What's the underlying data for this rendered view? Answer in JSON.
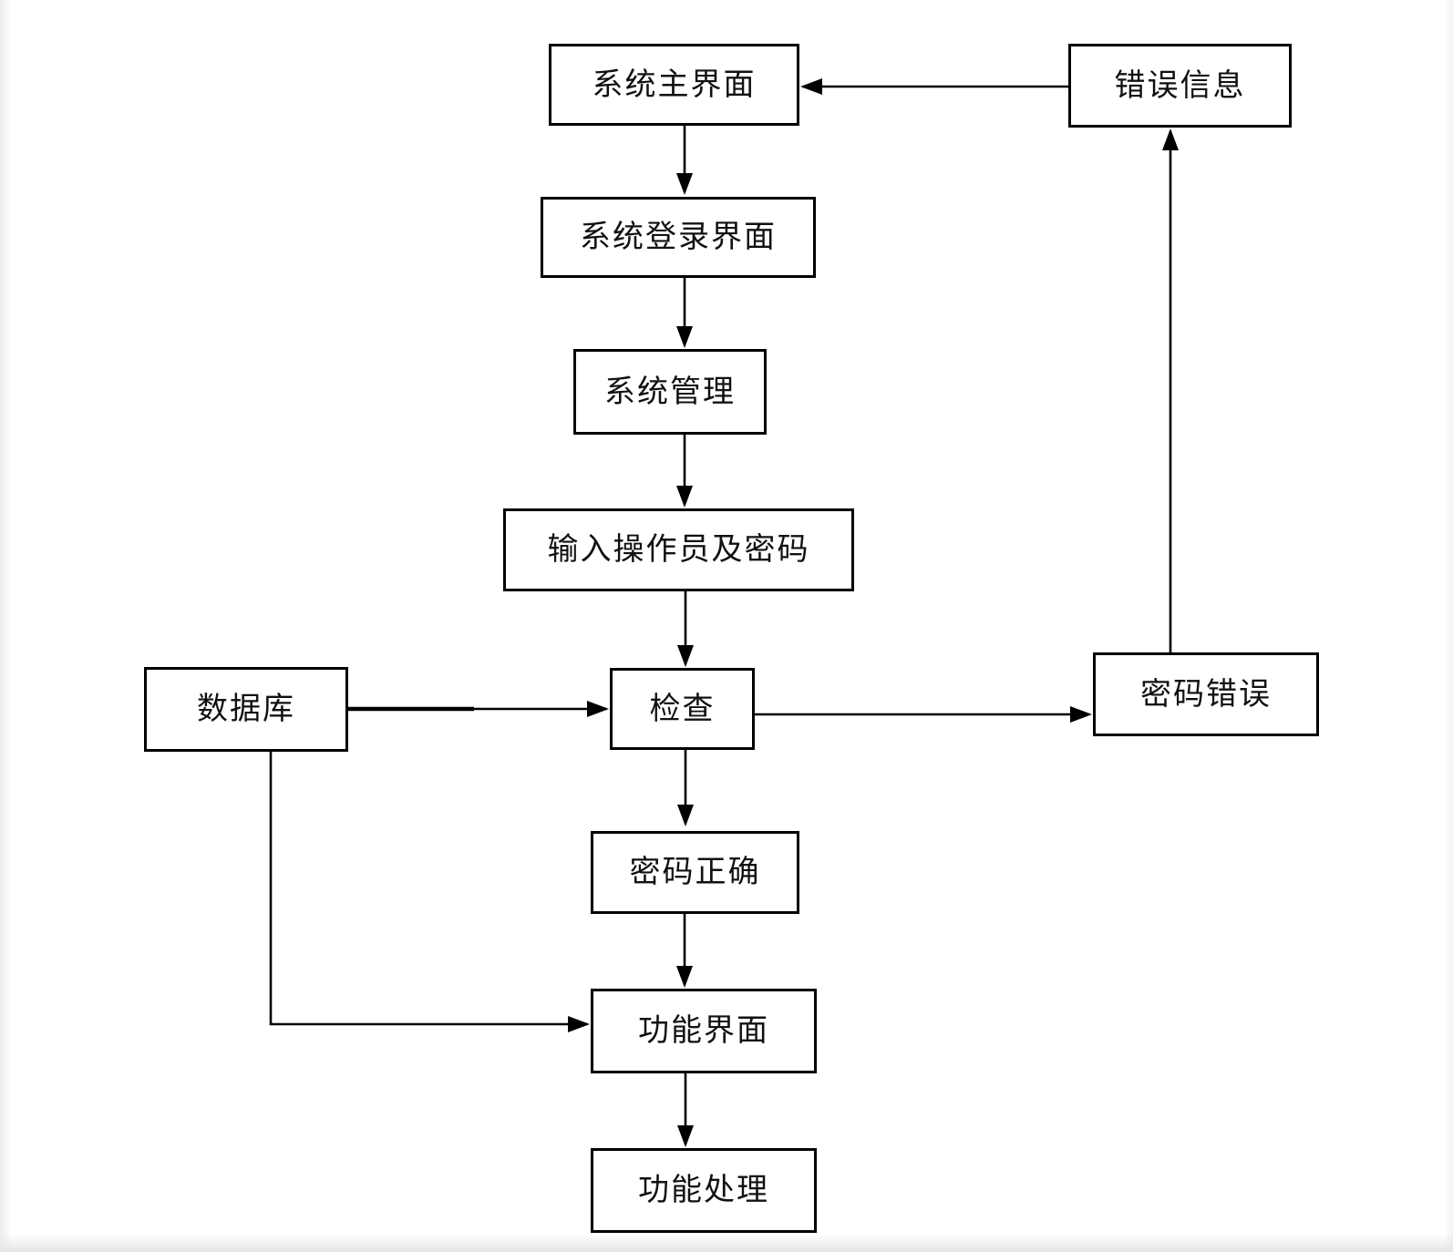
{
  "diagram": {
    "type": "flowchart",
    "colors": {
      "node_border": "#000000",
      "arrow": "#000000",
      "background": "#ffffff",
      "text": "#111111"
    },
    "nodes": [
      {
        "id": "system-main",
        "label": "系统主界面"
      },
      {
        "id": "error-info",
        "label": "错误信息"
      },
      {
        "id": "login-screen",
        "label": "系统登录界面"
      },
      {
        "id": "system-mgmt",
        "label": "系统管理"
      },
      {
        "id": "input-credentials",
        "label": "输入操作员及密码"
      },
      {
        "id": "database",
        "label": "数据库"
      },
      {
        "id": "check",
        "label": "检查"
      },
      {
        "id": "password-wrong",
        "label": "密码错误"
      },
      {
        "id": "password-correct",
        "label": "密码正确"
      },
      {
        "id": "function-ui",
        "label": "功能界面"
      },
      {
        "id": "function-process",
        "label": "功能处理"
      }
    ],
    "edges": [
      {
        "from": "system-main",
        "to": "login-screen"
      },
      {
        "from": "login-screen",
        "to": "system-mgmt"
      },
      {
        "from": "system-mgmt",
        "to": "input-credentials"
      },
      {
        "from": "input-credentials",
        "to": "check"
      },
      {
        "from": "database",
        "to": "check"
      },
      {
        "from": "check",
        "to": "password-wrong"
      },
      {
        "from": "password-wrong",
        "to": "error-info"
      },
      {
        "from": "error-info",
        "to": "system-main"
      },
      {
        "from": "check",
        "to": "password-correct"
      },
      {
        "from": "password-correct",
        "to": "function-ui"
      },
      {
        "from": "database",
        "to": "function-ui"
      },
      {
        "from": "function-ui",
        "to": "function-process"
      }
    ]
  }
}
